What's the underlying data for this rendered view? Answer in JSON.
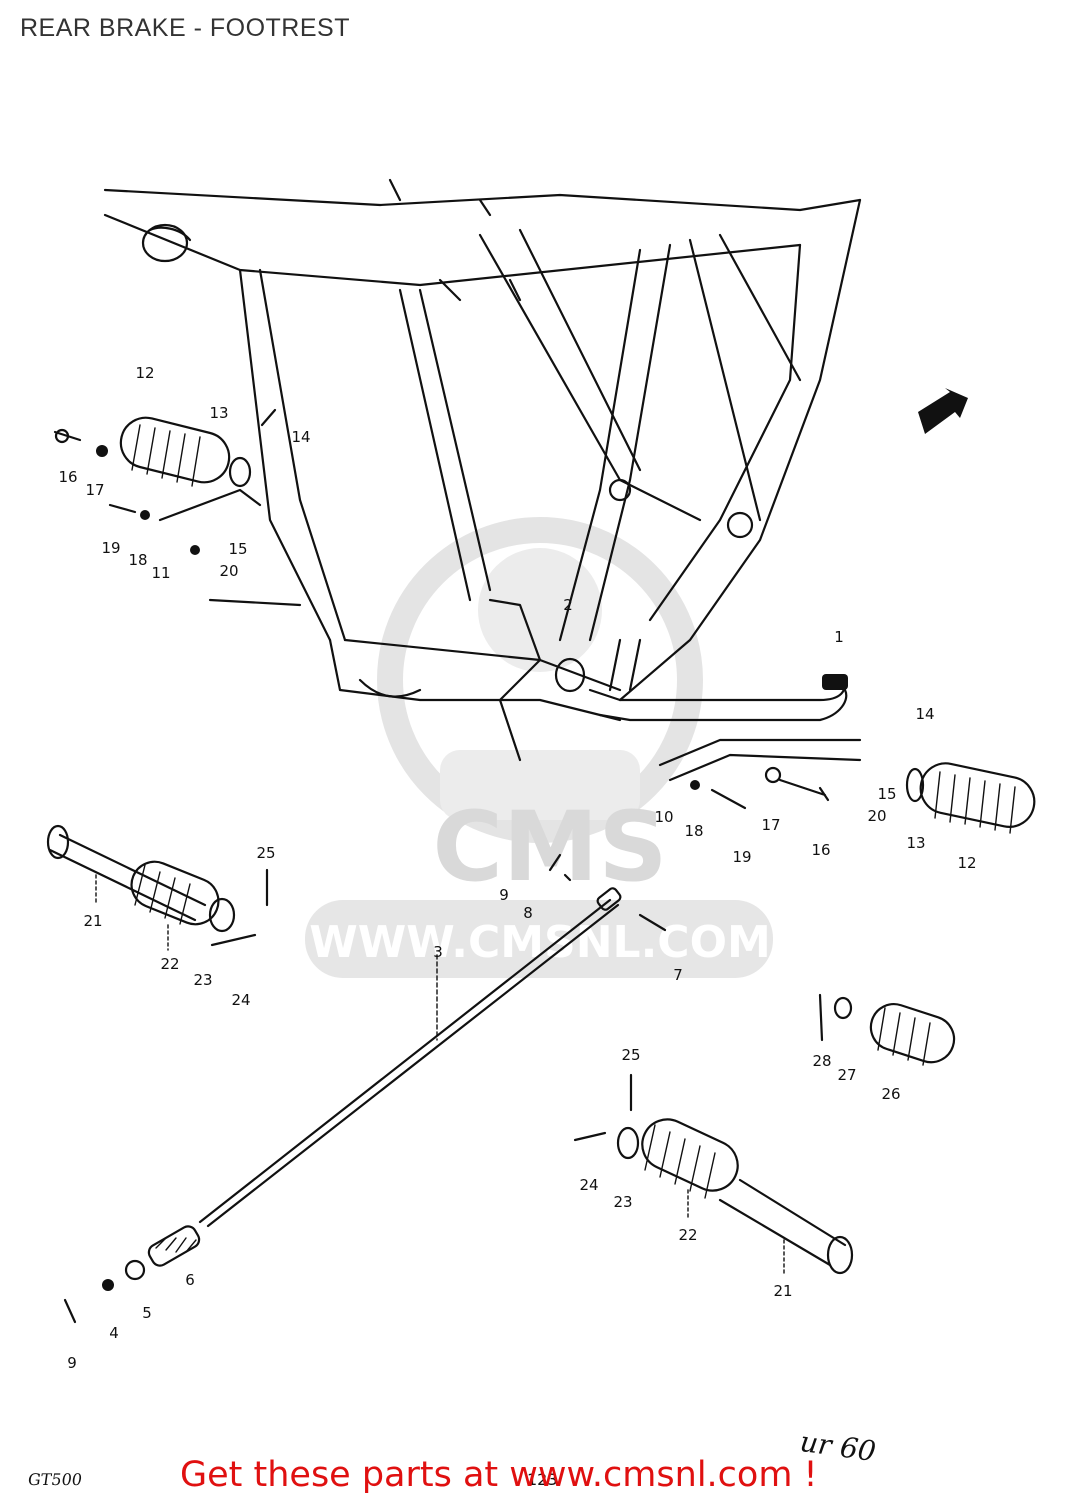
{
  "title": "REAR BRAKE - FOOTREST",
  "watermark": {
    "logo_text": "CMS",
    "url_text": "WWW.CMSNL.COM"
  },
  "diagram_codes": {
    "model": "GT500",
    "figure": "60",
    "figure_prefix": "ur",
    "bottom": "123"
  },
  "call_to_action": {
    "text": "Get these parts at www.cmsnl.com !",
    "color": "#e01010"
  },
  "callouts": {
    "c1": "1",
    "c2": "2",
    "c3": "3",
    "c4": "4",
    "c5": "5",
    "c6": "6",
    "c7": "7",
    "c8": "8",
    "c9a": "9",
    "c9b": "9",
    "c10": "10",
    "c11": "11",
    "c12a": "12",
    "c12b": "12",
    "c13a": "13",
    "c13b": "13",
    "c14a": "14",
    "c14b": "14",
    "c15a": "15",
    "c15b": "15",
    "c16a": "16",
    "c16b": "16",
    "c17a": "17",
    "c17b": "17",
    "c18a": "18",
    "c18b": "18",
    "c19a": "19",
    "c19b": "19",
    "c20a": "20",
    "c20b": "20",
    "c21a": "21",
    "c21b": "21",
    "c22a": "22",
    "c22b": "22",
    "c23a": "23",
    "c23b": "23",
    "c24a": "24",
    "c24b": "24",
    "c25a": "25",
    "c25b": "25",
    "c26": "26",
    "c27": "27",
    "c28": "28"
  }
}
